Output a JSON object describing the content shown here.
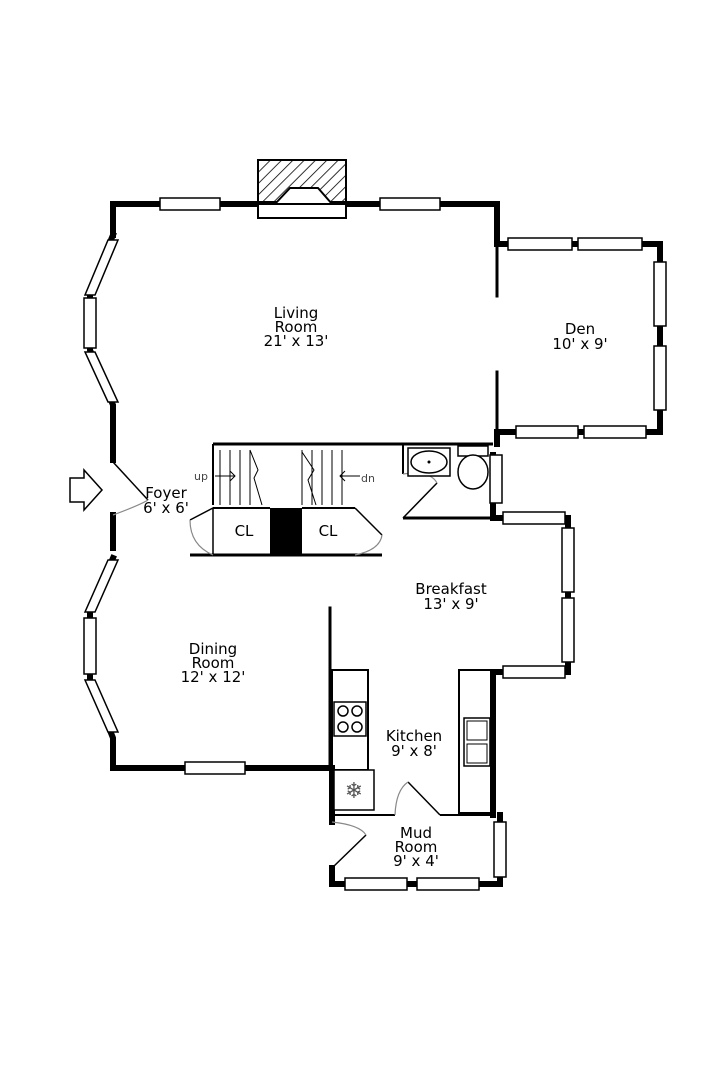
{
  "rooms": {
    "living": {
      "name_line1": "Living",
      "name_line2": "Room",
      "size": "21' x 13'"
    },
    "den": {
      "name": "Den",
      "size": "10' x 9'"
    },
    "foyer": {
      "name": "Foyer",
      "size": "6' x 6'"
    },
    "breakfast": {
      "name": "Breakfast",
      "size": "13' x 9'"
    },
    "dining": {
      "name_line1": "Dining",
      "name_line2": "Room",
      "size": "12' x 12'"
    },
    "kitchen": {
      "name": "Kitchen",
      "size": "9' x 8'"
    },
    "mud": {
      "name_line1": "Mud",
      "name_line2": "Room",
      "size": "9' x 4'"
    }
  },
  "closets": {
    "left": "CL",
    "right": "CL"
  },
  "stairs": {
    "up": "up",
    "down": "dn"
  },
  "icons": [
    "fireplace-icon",
    "entry-arrow-icon",
    "sink-icon",
    "toilet-icon",
    "stove-icon",
    "kitchen-sink-icon",
    "refrigerator-icon"
  ]
}
